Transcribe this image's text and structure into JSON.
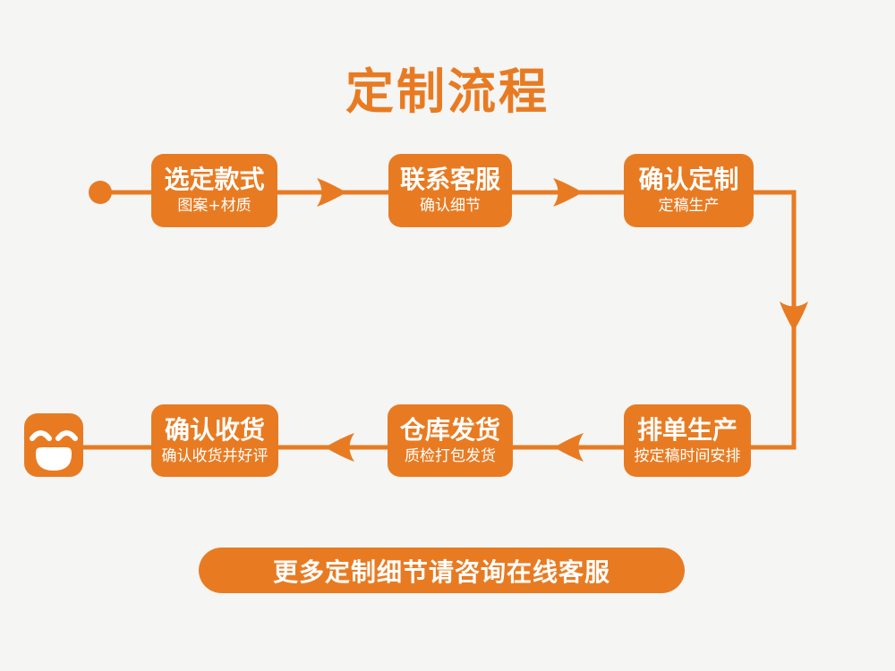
{
  "page": {
    "title": "定制流程"
  },
  "colors": {
    "accent": "#E87B22",
    "background": "#F5F5F4",
    "text_on_accent": "#FFFFFF"
  },
  "flow": {
    "start_icon": "dot-icon",
    "end_icon": "smiley-face-icon",
    "arrow_icon": "swallowtail-arrow-icon",
    "steps": [
      {
        "label": "选定款式",
        "sublabel": "图案+材质"
      },
      {
        "label": "联系客服",
        "sublabel": "确认细节"
      },
      {
        "label": "确认定制",
        "sublabel": "定稿生产"
      },
      {
        "label": "排单生产",
        "sublabel": "按定稿时间安排"
      },
      {
        "label": "仓库发货",
        "sublabel": "质检打包发货"
      },
      {
        "label": "确认收货",
        "sublabel": "确认收货并好评"
      }
    ]
  },
  "footer": {
    "label": "更多定制细节请咨询在线客服"
  }
}
